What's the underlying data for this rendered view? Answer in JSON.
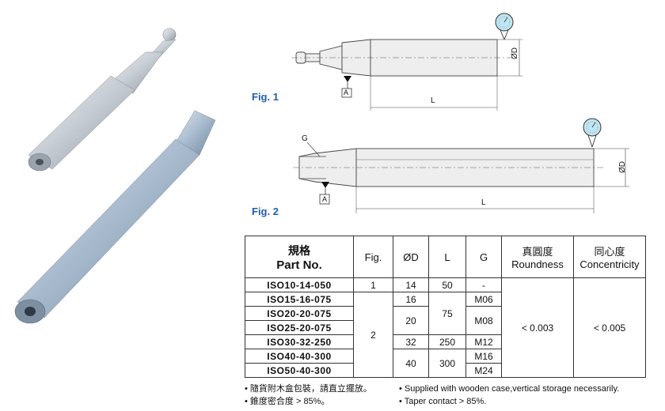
{
  "figures": {
    "fig1_label": "Fig. 1",
    "fig2_label": "Fig. 2",
    "datum_label": "A",
    "dim_diameter": "ØD",
    "dim_length": "L",
    "dim_gap": "G"
  },
  "table": {
    "header": {
      "part_no_cn": "規格",
      "part_no_en": "Part No.",
      "fig": "Fig.",
      "od": "ØD",
      "l": "L",
      "g": "G",
      "roundness_cn": "真圓度",
      "roundness_en": "Roundness",
      "concentricity_cn": "同心度",
      "concentricity_en": "Concentricity"
    },
    "rows": [
      {
        "part_no": "ISO10-14-050"
      },
      {
        "part_no": "ISO15-16-075"
      },
      {
        "part_no": "ISO20-20-075"
      },
      {
        "part_no": "ISO25-20-075"
      },
      {
        "part_no": "ISO30-32-250"
      },
      {
        "part_no": "ISO40-40-300"
      },
      {
        "part_no": "ISO50-40-300"
      }
    ],
    "fig_values": [
      "1",
      "2"
    ],
    "od_values": [
      "14",
      "16",
      "20",
      "32",
      "40"
    ],
    "l_values": [
      "50",
      "75",
      "250",
      "300"
    ],
    "g_values": [
      "-",
      "M06",
      "M08",
      "M12",
      "M16",
      "M24"
    ],
    "roundness": "< 0.003",
    "concentricity": "< 0.005"
  },
  "notes": {
    "cn_1": "• 隨貨附木盒包裝，請直立擺放。",
    "cn_2": "• 錐度密合度 > 85%。",
    "en_1": "• Supplied with wooden case,vertical storage necessarily.",
    "en_2": "• Taper contact > 85%."
  }
}
